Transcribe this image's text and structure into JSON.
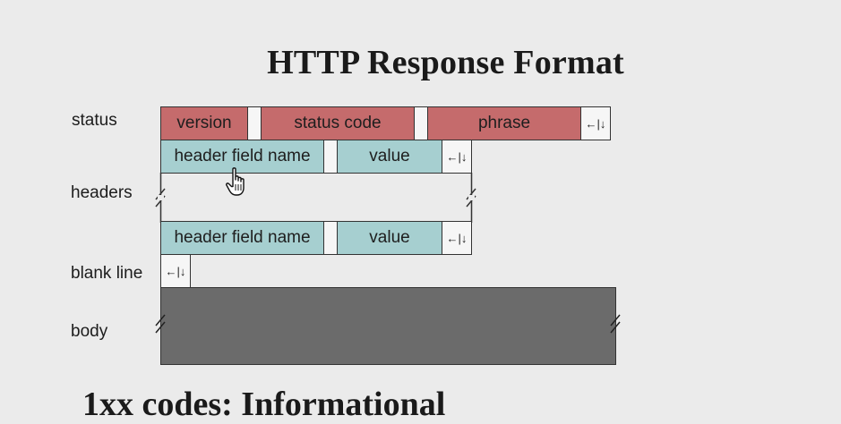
{
  "slide": {
    "title": "HTTP Response Format",
    "labels": {
      "status": "status",
      "headers": "headers",
      "blank_line": "blank line",
      "body": "body"
    },
    "status_line": {
      "version": "version",
      "status_code": "status code",
      "phrase": "phrase"
    },
    "header_lines": [
      {
        "name": "header field name",
        "value": "value"
      },
      {
        "name": "header field name",
        "value": "value"
      }
    ],
    "crlf_symbol": "←|↓",
    "bottom_text": "1xx codes: Informational"
  },
  "colors": {
    "status_fill": "#c56b6c",
    "header_fill": "#a6cfd0",
    "body_fill": "#6b6b6b",
    "background": "#ebebeb"
  }
}
